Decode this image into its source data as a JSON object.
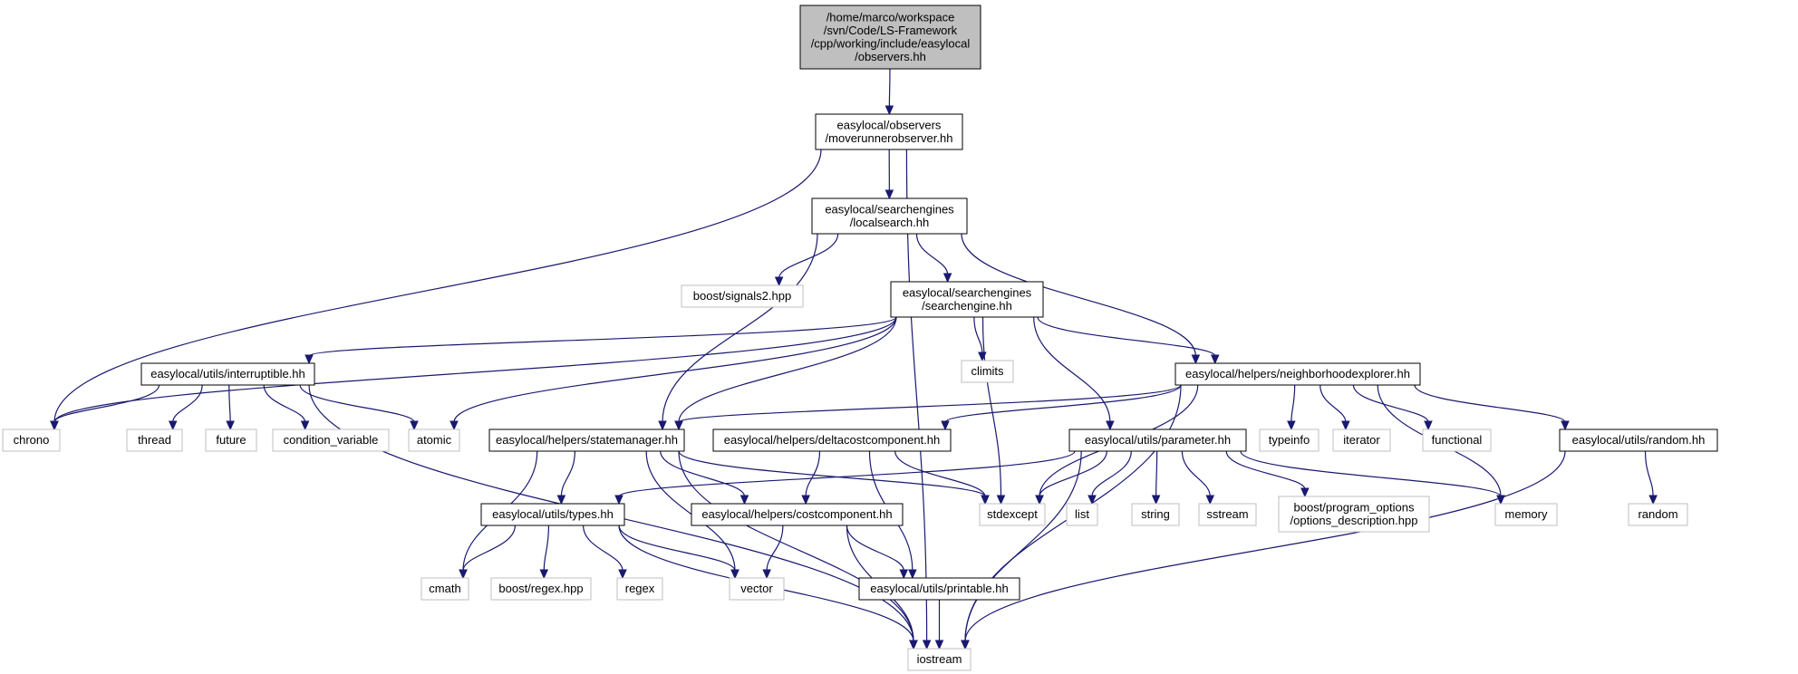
{
  "graph": {
    "edge_color": "#191970",
    "root_fill": "#bfbfbf",
    "external_border": "#bfbfbf",
    "nodes": [
      {
        "id": "root",
        "kind": "root",
        "lines": [
          "/home/marco/workspace",
          "/svn/Code/LS-Framework",
          "/cpp/working/include/easylocal",
          "/observers.hh"
        ]
      },
      {
        "id": "mro",
        "kind": "internal",
        "lines": [
          "easylocal/observers",
          "/moverunnerobserver.hh"
        ]
      },
      {
        "id": "ls",
        "kind": "internal",
        "lines": [
          "easylocal/searchengines",
          "/localsearch.hh"
        ]
      },
      {
        "id": "bsig",
        "kind": "external",
        "lines": [
          "boost/signals2.hpp"
        ]
      },
      {
        "id": "se",
        "kind": "internal",
        "lines": [
          "easylocal/searchengines",
          "/searchengine.hh"
        ]
      },
      {
        "id": "intr",
        "kind": "internal",
        "lines": [
          "easylocal/utils/interruptible.hh"
        ]
      },
      {
        "id": "climits",
        "kind": "external",
        "lines": [
          "climits"
        ]
      },
      {
        "id": "ne",
        "kind": "internal",
        "lines": [
          "easylocal/helpers/neighborhoodexplorer.hh"
        ]
      },
      {
        "id": "chrono",
        "kind": "external",
        "lines": [
          "chrono"
        ]
      },
      {
        "id": "thread",
        "kind": "external",
        "lines": [
          "thread"
        ]
      },
      {
        "id": "future",
        "kind": "external",
        "lines": [
          "future"
        ]
      },
      {
        "id": "cv",
        "kind": "external",
        "lines": [
          "condition_variable"
        ]
      },
      {
        "id": "atomic",
        "kind": "external",
        "lines": [
          "atomic"
        ]
      },
      {
        "id": "sm",
        "kind": "internal",
        "lines": [
          "easylocal/helpers/statemanager.hh"
        ]
      },
      {
        "id": "dcc",
        "kind": "internal",
        "lines": [
          "easylocal/helpers/deltacostcomponent.hh"
        ]
      },
      {
        "id": "param",
        "kind": "internal",
        "lines": [
          "easylocal/utils/parameter.hh"
        ]
      },
      {
        "id": "typeinfo",
        "kind": "external",
        "lines": [
          "typeinfo"
        ]
      },
      {
        "id": "iterator",
        "kind": "external",
        "lines": [
          "iterator"
        ]
      },
      {
        "id": "functional",
        "kind": "external",
        "lines": [
          "functional"
        ]
      },
      {
        "id": "random_hh",
        "kind": "internal",
        "lines": [
          "easylocal/utils/random.hh"
        ]
      },
      {
        "id": "types",
        "kind": "internal",
        "lines": [
          "easylocal/utils/types.hh"
        ]
      },
      {
        "id": "cc",
        "kind": "internal",
        "lines": [
          "easylocal/helpers/costcomponent.hh"
        ]
      },
      {
        "id": "stdexcept",
        "kind": "external",
        "lines": [
          "stdexcept"
        ]
      },
      {
        "id": "list",
        "kind": "external",
        "lines": [
          "list"
        ]
      },
      {
        "id": "string",
        "kind": "external",
        "lines": [
          "string"
        ]
      },
      {
        "id": "sstream",
        "kind": "external",
        "lines": [
          "sstream"
        ]
      },
      {
        "id": "bpo",
        "kind": "external",
        "lines": [
          "boost/program_options",
          "/options_description.hpp"
        ]
      },
      {
        "id": "memory",
        "kind": "external",
        "lines": [
          "memory"
        ]
      },
      {
        "id": "random",
        "kind": "external",
        "lines": [
          "random"
        ]
      },
      {
        "id": "cmath",
        "kind": "external",
        "lines": [
          "cmath"
        ]
      },
      {
        "id": "bregex",
        "kind": "external",
        "lines": [
          "boost/regex.hpp"
        ]
      },
      {
        "id": "regex",
        "kind": "external",
        "lines": [
          "regex"
        ]
      },
      {
        "id": "vector",
        "kind": "external",
        "lines": [
          "vector"
        ]
      },
      {
        "id": "printable",
        "kind": "internal",
        "lines": [
          "easylocal/utils/printable.hh"
        ]
      },
      {
        "id": "iostream",
        "kind": "external",
        "lines": [
          "iostream"
        ]
      }
    ],
    "edges": [
      [
        "root",
        "mro"
      ],
      [
        "mro",
        "ls"
      ],
      [
        "mro",
        "chrono"
      ],
      [
        "mro",
        "iostream"
      ],
      [
        "ls",
        "bsig"
      ],
      [
        "ls",
        "se"
      ],
      [
        "ls",
        "ne"
      ],
      [
        "ls",
        "sm"
      ],
      [
        "se",
        "intr"
      ],
      [
        "se",
        "chrono"
      ],
      [
        "se",
        "climits"
      ],
      [
        "se",
        "ne"
      ],
      [
        "se",
        "atomic"
      ],
      [
        "se",
        "sm"
      ],
      [
        "se",
        "stdexcept"
      ],
      [
        "se",
        "param"
      ],
      [
        "intr",
        "chrono"
      ],
      [
        "intr",
        "thread"
      ],
      [
        "intr",
        "future"
      ],
      [
        "intr",
        "cv"
      ],
      [
        "intr",
        "atomic"
      ],
      [
        "intr",
        "iostream"
      ],
      [
        "ne",
        "sm"
      ],
      [
        "ne",
        "dcc"
      ],
      [
        "ne",
        "stdexcept"
      ],
      [
        "ne",
        "typeinfo"
      ],
      [
        "ne",
        "iterator"
      ],
      [
        "ne",
        "functional"
      ],
      [
        "ne",
        "random_hh"
      ],
      [
        "ne",
        "memory"
      ],
      [
        "ne",
        "iostream"
      ],
      [
        "sm",
        "types"
      ],
      [
        "sm",
        "cc"
      ],
      [
        "sm",
        "vector"
      ],
      [
        "sm",
        "stdexcept"
      ],
      [
        "sm",
        "cmath"
      ],
      [
        "sm",
        "iostream"
      ],
      [
        "dcc",
        "cc"
      ],
      [
        "dcc",
        "stdexcept"
      ],
      [
        "dcc",
        "printable"
      ],
      [
        "param",
        "types"
      ],
      [
        "param",
        "stdexcept"
      ],
      [
        "param",
        "list"
      ],
      [
        "param",
        "string"
      ],
      [
        "param",
        "sstream"
      ],
      [
        "param",
        "bpo"
      ],
      [
        "param",
        "memory"
      ],
      [
        "param",
        "iostream"
      ],
      [
        "random_hh",
        "random"
      ],
      [
        "random_hh",
        "iostream"
      ],
      [
        "types",
        "cmath"
      ],
      [
        "types",
        "bregex"
      ],
      [
        "types",
        "regex"
      ],
      [
        "types",
        "vector"
      ],
      [
        "types",
        "iostream"
      ],
      [
        "cc",
        "vector"
      ],
      [
        "cc",
        "printable"
      ],
      [
        "cc",
        "iostream"
      ],
      [
        "printable",
        "iostream"
      ]
    ]
  }
}
